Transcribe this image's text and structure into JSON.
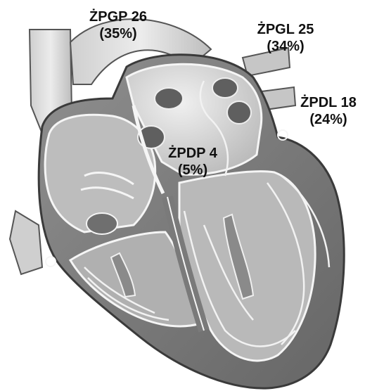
{
  "labels": {
    "zpgp": {
      "name": "ŻPGP 26",
      "percent": "(35%)"
    },
    "zpgl": {
      "name": "ŻPGL 25",
      "percent": "(34%)"
    },
    "zpdl": {
      "name": "ŻPDL 18",
      "percent": "(24%)"
    },
    "zpdp": {
      "name": "ŻPDP 4",
      "percent": "(5%)"
    }
  },
  "colors": {
    "text": "#111111",
    "tissue_light": "#d4d4d4",
    "tissue_mid": "#a9a9a9",
    "tissue_dark": "#6d6d6d",
    "outline": "#4a4a4a",
    "vessel_line": "#f2f2f2"
  }
}
